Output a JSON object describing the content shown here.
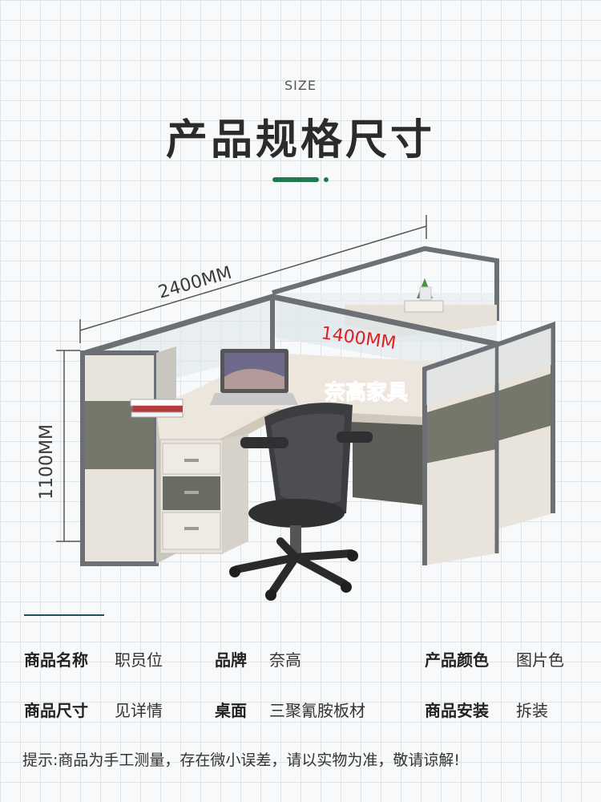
{
  "header": {
    "size_label": "SIZE",
    "title": "产品规格尺寸"
  },
  "illustration": {
    "width_dim": "2400MM",
    "depth_dim": "1400MM",
    "height_dim": "1100MM",
    "brand_text": "奈高家具"
  },
  "specs": {
    "row1": [
      {
        "label": "商品名称",
        "value": "职员位"
      },
      {
        "label": "品牌",
        "value": "奈高"
      },
      {
        "label": "产品颜色",
        "value": "图片色"
      }
    ],
    "row2": [
      {
        "label": "商品尺寸",
        "value": "见详情"
      },
      {
        "label": "桌面",
        "value": "三聚氰胺板材"
      },
      {
        "label": "商品安装",
        "value": "拆装"
      }
    ]
  },
  "notice": "提示:商品为手工测量，存在微小误差，请以实物为准，敬请谅解!",
  "colors": {
    "accent": "#1f7a50",
    "brand_text": "#1a5bd6",
    "depth_dim": "#e02020"
  }
}
